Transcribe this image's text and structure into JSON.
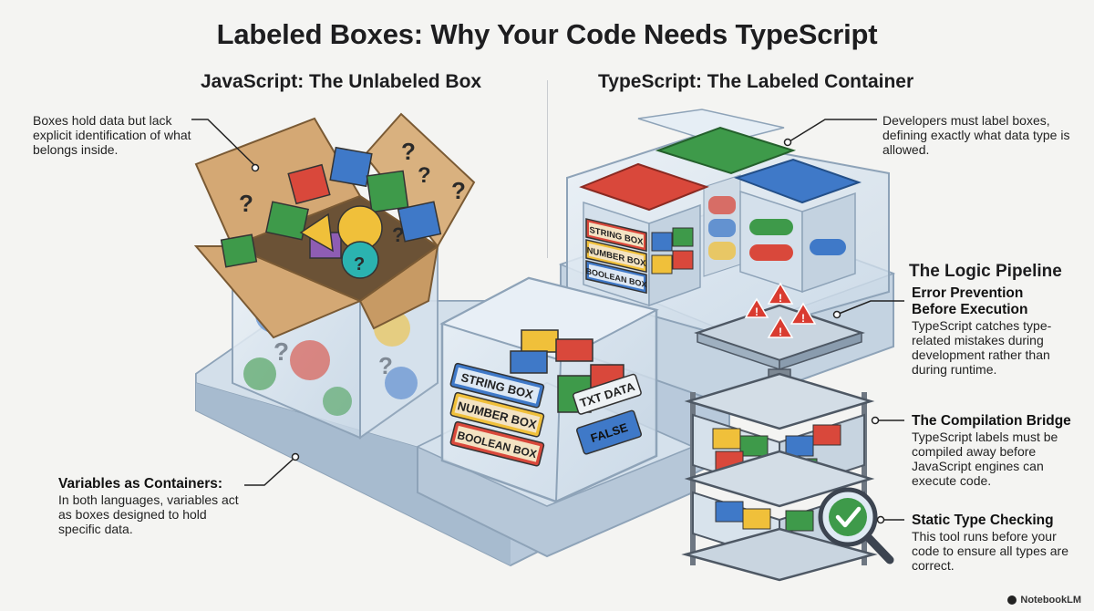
{
  "title": "Labeled Boxes: Why Your Code Needs TypeScript",
  "js_heading": "JavaScript: The Unlabeled Box",
  "ts_heading": "TypeScript: The Labeled Container",
  "js_note": "Boxes hold data but lack explicit identification of what belongs inside.",
  "ts_note": "Developers must label boxes, defining exactly what data type is allowed.",
  "variables": {
    "heading": "Variables as Containers:",
    "body": "In both languages, variables act as boxes designed to hold specific data."
  },
  "pipeline": {
    "heading": "The Logic Pipeline",
    "steps": [
      {
        "title": "Error Prevention Before Execution",
        "body": "TypeScript catches type-related mistakes during development rather than during runtime."
      },
      {
        "title": "The Compilation Bridge",
        "body": "TypeScript labels must be compiled away before JavaScript engines can execute code."
      },
      {
        "title": "Static Type Checking",
        "body": "This tool runs before your code to ensure all types are correct."
      }
    ]
  },
  "labels": {
    "small": [
      "STRING BOX",
      "NUMBER BOX",
      "BOOLEAN BOX"
    ],
    "front": [
      "STRING BOX",
      "NUMBER BOX",
      "BOOLEAN BOX"
    ],
    "tags": [
      "TXT DATA",
      "FALSE"
    ]
  },
  "badge": "NotebookLM",
  "colors": {
    "red": "#d9483b",
    "green": "#3e9a4a",
    "blue": "#3f79c8",
    "yellow": "#f0c03a",
    "glass": "#dbe6ef",
    "platform": "#c6d4e2",
    "cardboard": "#d4a874",
    "alert": "#d93b30"
  }
}
